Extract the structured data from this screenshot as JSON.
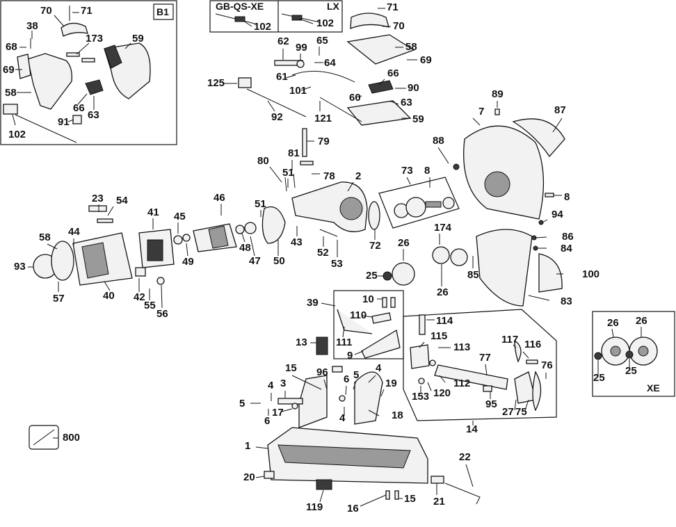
{
  "insets": {
    "b1": "B1",
    "gb": "GB-QS-XE",
    "lx": "LX",
    "xe": "XE"
  },
  "labels": [
    "70",
    "71",
    "173",
    "59",
    "38",
    "68",
    "69",
    "58",
    "66",
    "63",
    "91",
    "102",
    "102",
    "102",
    "71",
    "70",
    "58",
    "69",
    "62",
    "99",
    "65",
    "64",
    "61",
    "66",
    "90",
    "101",
    "60",
    "63",
    "125",
    "92",
    "121",
    "59",
    "89",
    "7",
    "87",
    "88",
    "79",
    "81",
    "80",
    "51",
    "78",
    "2",
    "73",
    "8",
    "8",
    "94",
    "23",
    "54",
    "46",
    "41",
    "45",
    "51",
    "58",
    "44",
    "93",
    "57",
    "40",
    "42",
    "55",
    "56",
    "49",
    "48",
    "47",
    "50",
    "43",
    "52",
    "53",
    "72",
    "26",
    "174",
    "86",
    "84",
    "100",
    "83",
    "25",
    "26",
    "85",
    "39",
    "10",
    "110",
    "111",
    "9",
    "13",
    "114",
    "115",
    "113",
    "117",
    "116",
    "77",
    "76",
    "112",
    "120",
    "153",
    "95",
    "27",
    "75",
    "14",
    "15",
    "96",
    "4",
    "5",
    "19",
    "18",
    "3",
    "4",
    "6",
    "5",
    "6",
    "17",
    "4",
    "1",
    "800",
    "20",
    "119",
    "16",
    "15",
    "21",
    "22",
    "26",
    "26",
    "25",
    "25"
  ]
}
